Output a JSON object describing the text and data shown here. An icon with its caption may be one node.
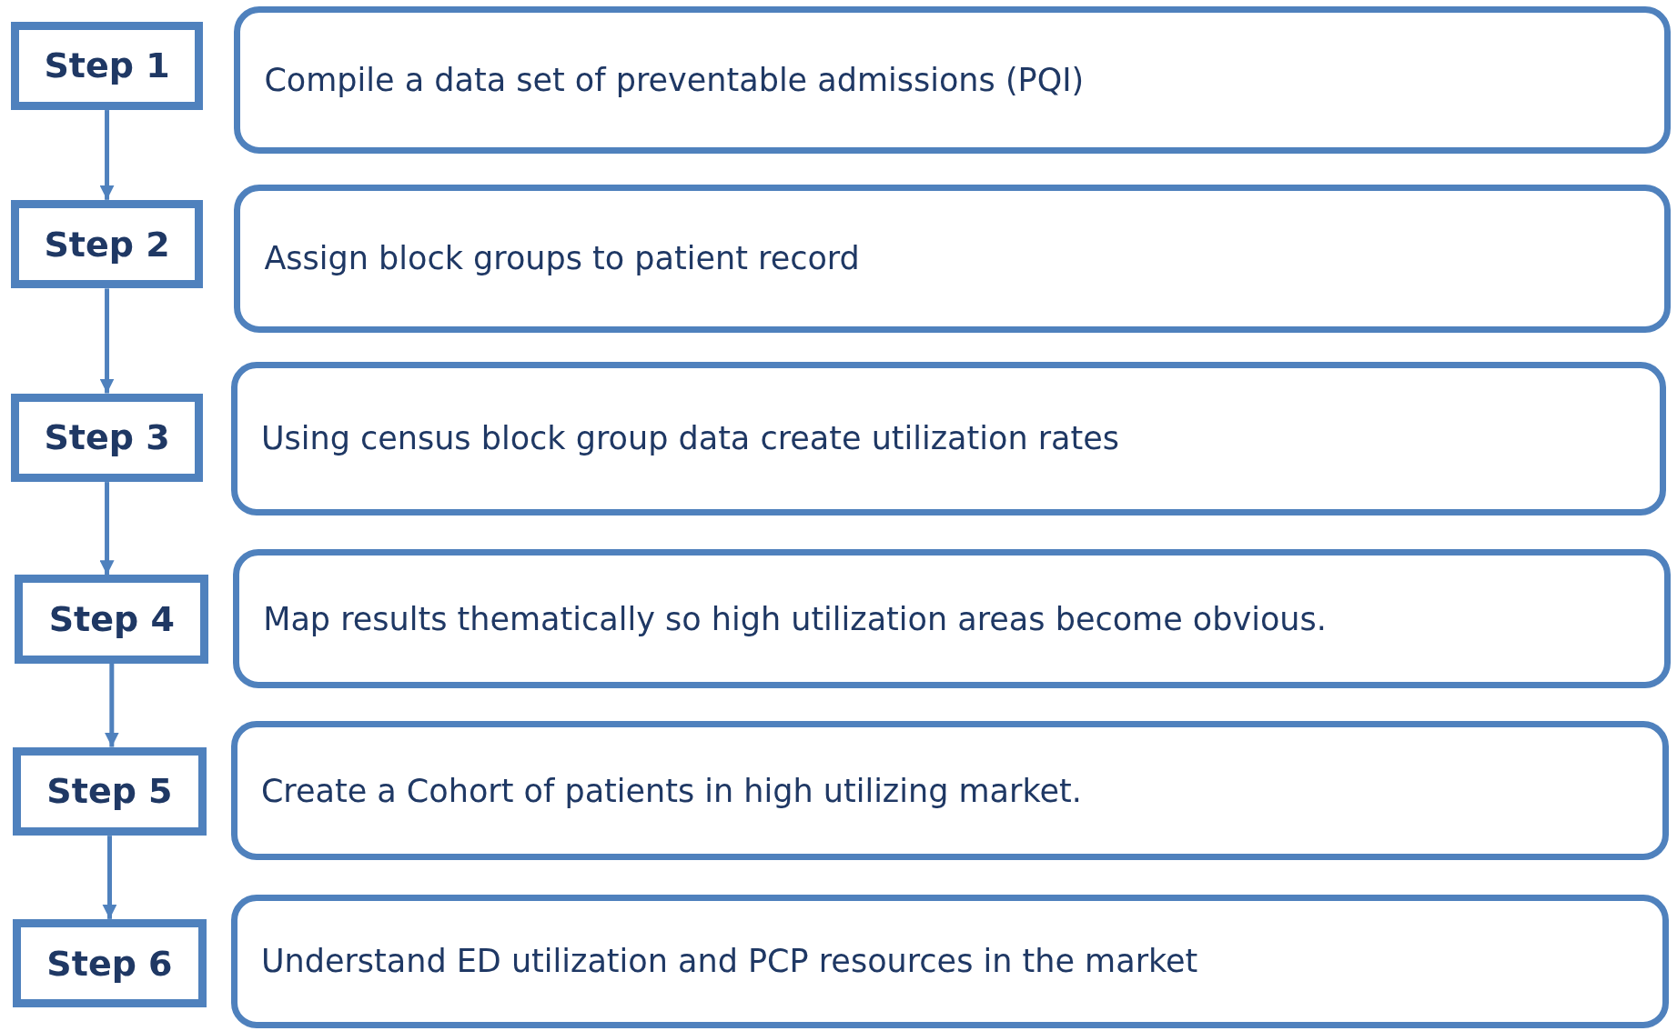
{
  "diagram": {
    "nodes": [
      {
        "text": [
          "Step 1"
        ]
      },
      {
        "text": [
          "Compile a data set of preventable admissions (PQI)"
        ]
      },
      {
        "text": [
          "Step 2"
        ]
      },
      {
        "text": [
          "Assign block groups to patient record"
        ]
      },
      {
        "text": [
          "Step 3"
        ]
      },
      {
        "text": [
          "Using census block group data create utilization rates"
        ]
      },
      {
        "text": [
          "Step 4"
        ]
      },
      {
        "text": [
          "Map results thematically so high utilization areas become obvious."
        ]
      },
      {
        "text": [
          "Step 5"
        ]
      },
      {
        "text": [
          "Create a Cohort of patients in high utilizing market."
        ]
      },
      {
        "text": [
          "Step 6"
        ]
      },
      {
        "text": [
          "Understand ED utilization and PCP resources in the market"
        ]
      }
    ],
    "edges": [
      {
        "from": 0,
        "to": 2,
        "arrow": "to"
      },
      {
        "from": 2,
        "to": 4,
        "arrow": "to"
      },
      {
        "from": 4,
        "to": 6,
        "arrow": "to"
      },
      {
        "from": 6,
        "to": 8,
        "arrow": "to"
      },
      {
        "from": 8,
        "to": 10,
        "arrow": "to"
      }
    ]
  }
}
